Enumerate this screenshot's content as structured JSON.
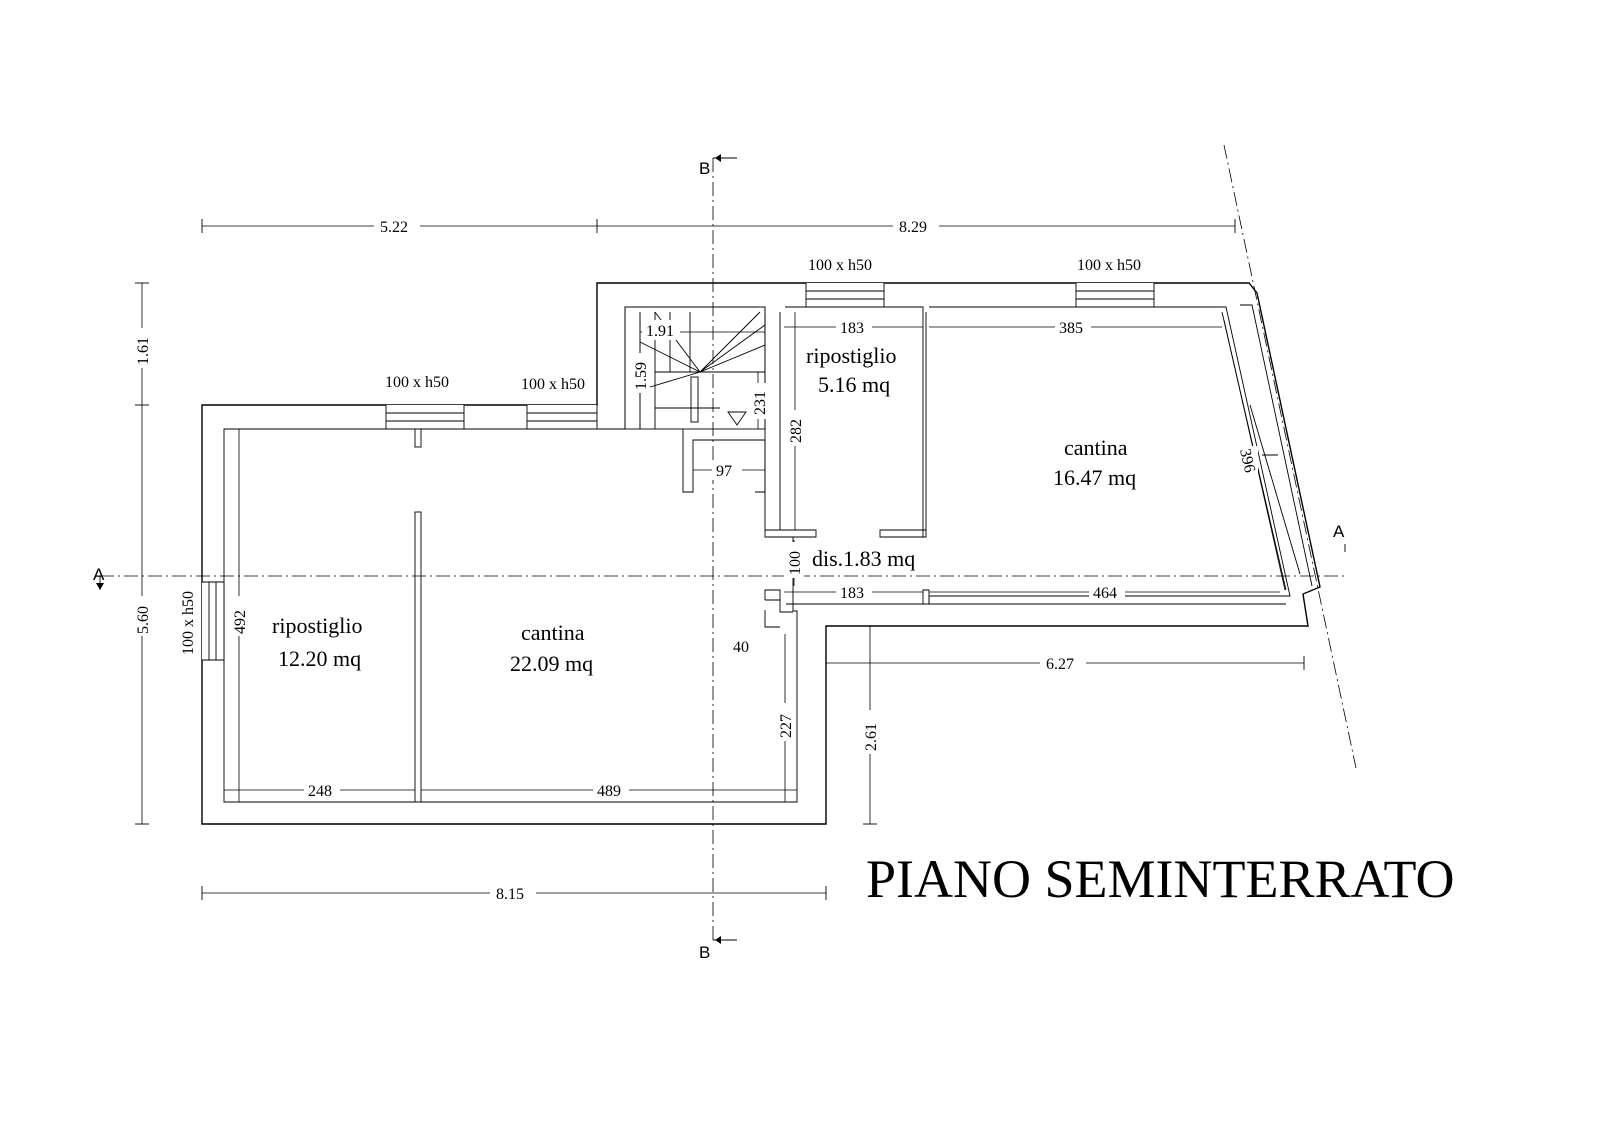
{
  "title": "PIANO SEMINTERRATO",
  "rooms": [
    {
      "name": "ripostiglio",
      "area": "12.20 mq"
    },
    {
      "name": "cantina",
      "area": "22.09 mq"
    },
    {
      "name": "ripostiglio",
      "area": "5.16 mq"
    },
    {
      "name": "cantina",
      "area": "16.47 mq"
    }
  ],
  "disimpegno": "dis.1.83 mq",
  "windows": {
    "w1": "100 x h50",
    "w2": "100 x h50",
    "w3": "100 x h50",
    "w4": "100 x h50",
    "w5": "100 x h50"
  },
  "dims": {
    "top_left": "5.22",
    "top_right": "8.29",
    "left_upper": "1.61",
    "left_lower": "5.60",
    "bottom": "8.15",
    "right_lower": "2.61",
    "right_horizontal": "6.27",
    "stair_w": "1.91",
    "stair_h": "1.59",
    "stair_side": "231",
    "stair_bottom": "97",
    "rip_small_top": "183",
    "rip_small_side": "282",
    "cantina_small_top": "385",
    "cantina_small_side": "396",
    "dis_side": "100",
    "dis_bottom": "183",
    "cantina_small_bottom": "464",
    "rip_big_side": "492",
    "rip_big_bottom": "248",
    "cantina_big_bottom": "489",
    "cantina_big_side": "227",
    "step": "40"
  },
  "sections": {
    "a_left": "A",
    "a_right": "A",
    "b_top": "B",
    "b_bottom": "B"
  }
}
